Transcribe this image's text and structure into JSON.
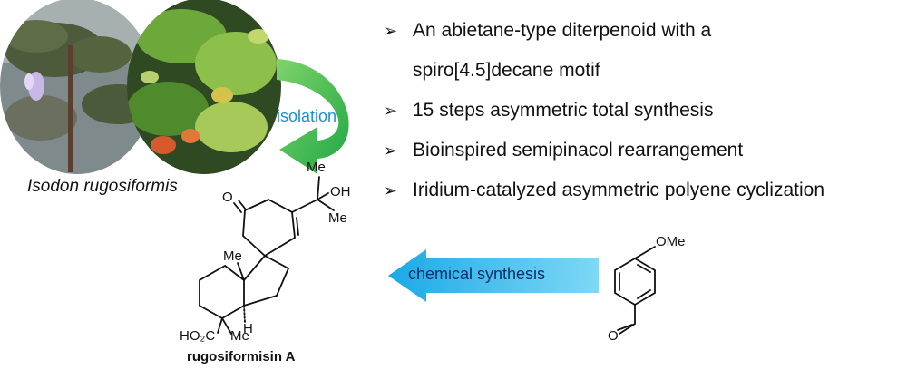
{
  "bullets": [
    {
      "text": "An abietane-type diterpenoid with a",
      "continuation": "spiro[4.5]decane motif"
    },
    {
      "text": "15 steps asymmetric total synthesis"
    },
    {
      "text": "Bioinspired semipinacol rearrangement"
    },
    {
      "text": "Iridium-catalyzed asymmetric polyene cyclization"
    }
  ],
  "bullet_marker": "➢",
  "plant_name": "Isodon rugosiformis",
  "isolation_label": "isolation",
  "synthesis_label": "chemical synthesis",
  "product": {
    "name": "rugosiformisin A",
    "atoms": {
      "o_ketone": "O",
      "me_top": "Me",
      "oh": "OH",
      "me_right": "Me",
      "me_left": "Me",
      "h": "H",
      "co2h": "HO₂C",
      "me_bottom": "Me"
    }
  },
  "start_material": {
    "ome": "OMe",
    "o_aldehyde": "O"
  },
  "colors": {
    "green_arrow": "#2bb34a",
    "blue_arrow": "#26b5ea",
    "isolation_text": "#1b8fd6"
  }
}
